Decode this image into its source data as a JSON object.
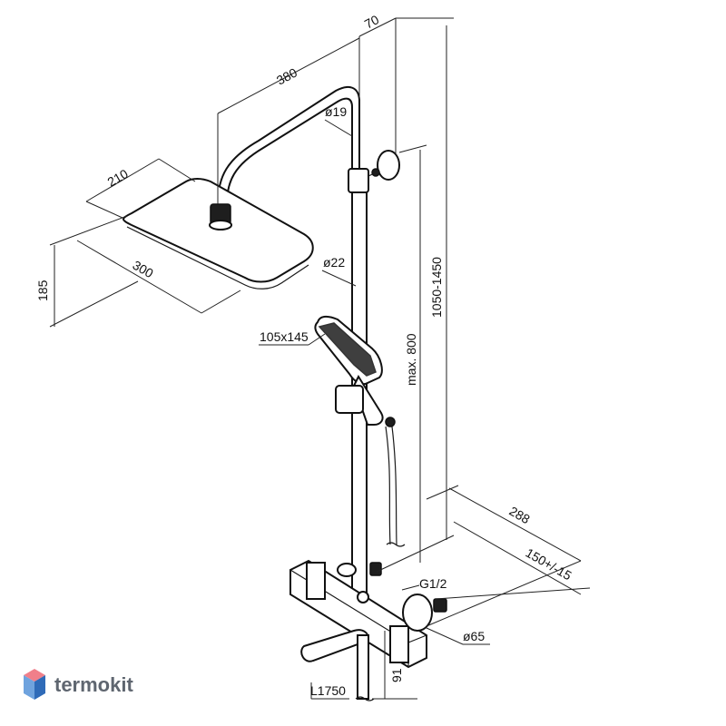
{
  "brand": {
    "name": "termokit",
    "colors": {
      "logo_top": "#f07f8a",
      "logo_left": "#6fa3de",
      "logo_right": "#2f6bb8",
      "logo_text": "#5f6670"
    }
  },
  "dimensions": {
    "arm_length": "380",
    "wall_offset": "70",
    "arm_pipe_diameter": "ø19",
    "head_depth": "210",
    "head_height": "185",
    "head_width": "300",
    "rail_diameter": "ø22",
    "hand_shower_size": "105x145",
    "total_height": "1050-1450",
    "max_height": "max. 800",
    "mixer_depth": "288",
    "inlet_spacing": "150+/-15",
    "inlet_thread": "G1/2",
    "escutcheon_diameter": "ø65",
    "spout_height": "91",
    "hose_length": "L1750"
  }
}
